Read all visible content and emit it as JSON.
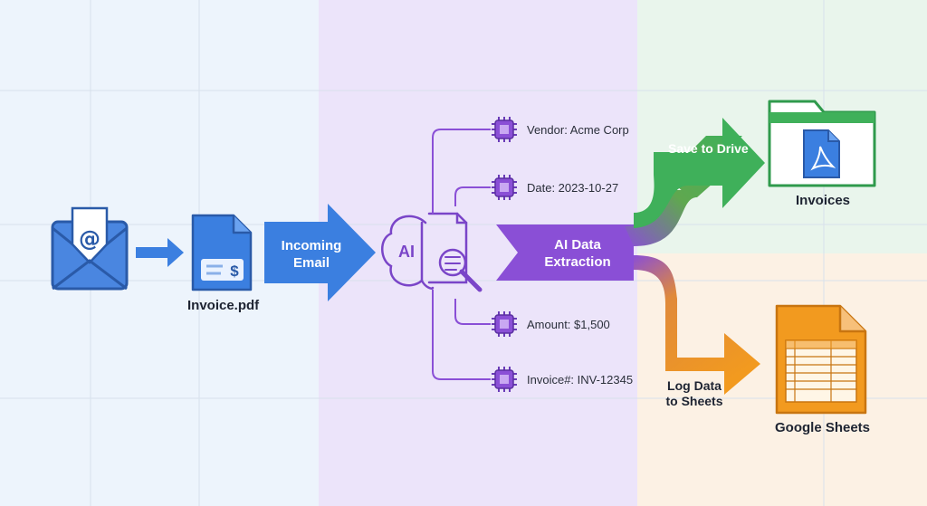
{
  "source": {
    "attachment_label": "Invoice.pdf",
    "incoming_arrow_line1": "Incoming",
    "incoming_arrow_line2": "Email",
    "email_icon": "envelope-at-icon",
    "invoice_icon": "invoice-document-icon"
  },
  "ai": {
    "icon_text": "AI",
    "brain_icon": "ai-brain-magnifier-icon",
    "extraction_line1": "AI Data",
    "extraction_line2": "Extraction",
    "fields": [
      {
        "label": "Vendor: Acme Corp",
        "icon": "chip-icon"
      },
      {
        "label": "Date: 2023-10-27",
        "icon": "chip-icon"
      },
      {
        "label": "Amount: $1,500",
        "icon": "chip-icon"
      },
      {
        "label": "Invoice#: INV-12345",
        "icon": "chip-icon"
      }
    ]
  },
  "outputs": {
    "drive_arrow_label": "Save to Drive",
    "drive_folder_label": "Invoices",
    "sheets_arrow_line1": "Log Data",
    "sheets_arrow_line2": "to Sheets",
    "sheets_label": "Google Sheets",
    "folder_icon": "drive-folder-pdf-icon",
    "sheets_icon": "google-sheets-icon"
  },
  "colors": {
    "blue": "#3b7fe0",
    "purple": "#8a4fd6",
    "green": "#34a853",
    "orange": "#f29a1f"
  }
}
